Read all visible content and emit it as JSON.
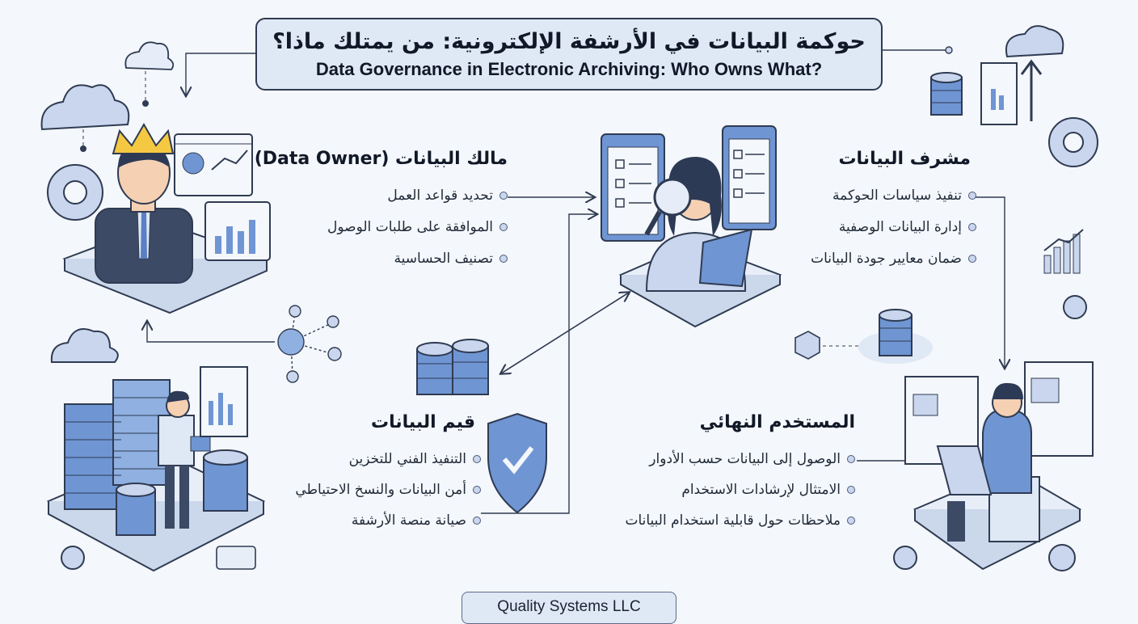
{
  "title": {
    "arabic": "حوكمة البيانات في الأرشفة الإلكترونية: من يمتلك ماذا؟",
    "english": "Data Governance in Electronic Archiving: Who Owns What?"
  },
  "roles": {
    "owner": {
      "title": "مالك البيانات (Data Owner)",
      "items": [
        "تحديد قواعد العمل",
        "الموافقة على طلبات الوصول",
        "تصنيف الحساسية"
      ]
    },
    "steward": {
      "title": "مشرف البيانات",
      "items": [
        "تنفيذ سياسات الحوكمة",
        "إدارة البيانات الوصفية",
        "ضمان معايير جودة البيانات"
      ]
    },
    "custodian": {
      "title": "قيم البيانات",
      "items": [
        "التنفيذ الفني للتخزين",
        "أمن البيانات والنسخ الاحتياطي",
        "صيانة منصة الأرشفة"
      ]
    },
    "end_user": {
      "title": "المستخدم النهائي",
      "items": [
        "الوصول إلى البيانات حسب الأدوار",
        "الامتثال لإرشادات الاستخدام",
        "ملاحظات حول قابلية استخدام البيانات"
      ]
    }
  },
  "footer": "Quality Systems LLC",
  "colors": {
    "accent": "#6f95d3",
    "outline": "#2f3b52",
    "fill_light": "#dfe8f5",
    "background": "#f4f7fb"
  }
}
